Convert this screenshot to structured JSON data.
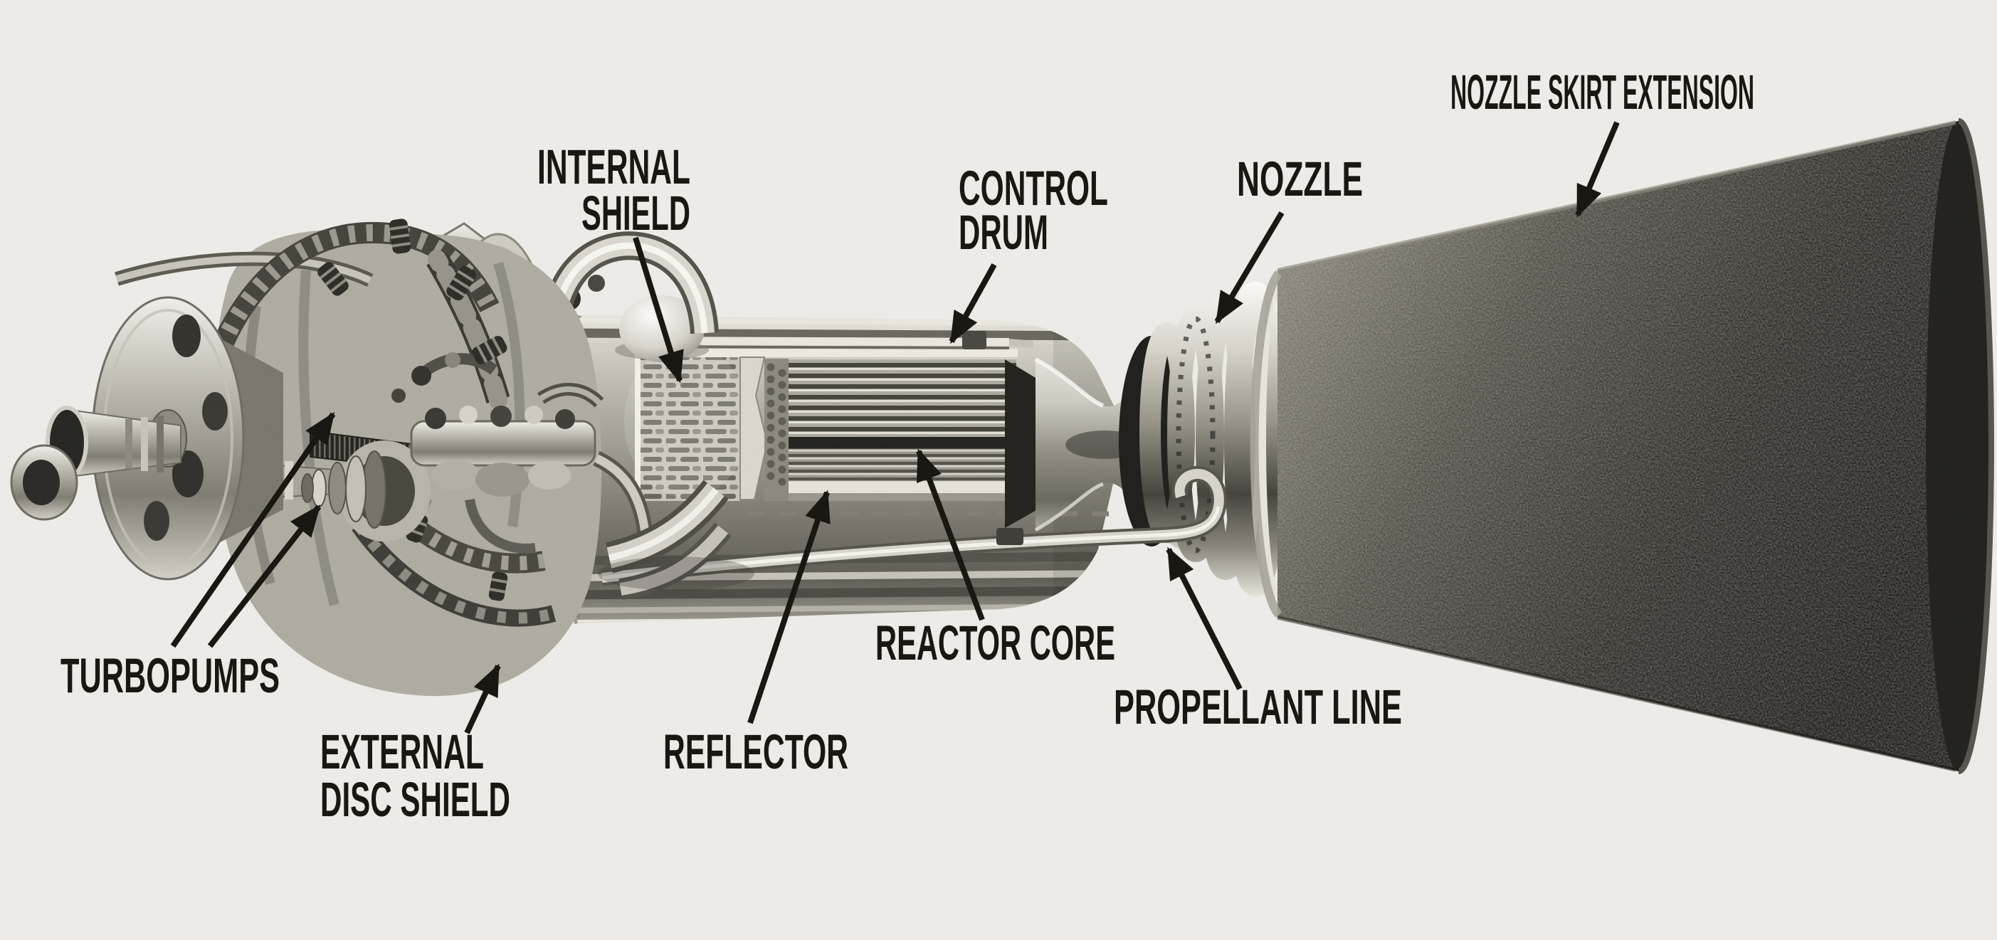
{
  "figure": {
    "kind": "labeled cutaway illustration of a nuclear rocket engine",
    "colors": {
      "paper": "#efede9",
      "ink": "#17140f"
    }
  },
  "labels": {
    "nozzle_skirt_extension": {
      "text": "NOZZLE SKIRT EXTENSION"
    },
    "internal_shield": {
      "line1": "INTERNAL",
      "line2": "SHIELD"
    },
    "control_drum": {
      "line1": "CONTROL",
      "line2": "DRUM"
    },
    "nozzle": {
      "text": "NOZZLE"
    },
    "turbopumps": {
      "text": "TURBOPUMPS"
    },
    "external_disc_shield": {
      "line1": "EXTERNAL",
      "line2": "DISC SHIELD"
    },
    "reflector": {
      "text": "REFLECTOR"
    },
    "reactor_core": {
      "text": "REACTOR CORE"
    },
    "propellant_line": {
      "text": "PROPELLANT LINE"
    }
  },
  "arrows": [
    {
      "from": "nozzle_skirt_extension",
      "points_to": "nozzle skirt extension cone"
    },
    {
      "from": "internal_shield",
      "points_to": "internal shield cross-section"
    },
    {
      "from": "control_drum",
      "points_to": "control drum band on pressure vessel"
    },
    {
      "from": "nozzle",
      "points_to": "nozzle ring section"
    },
    {
      "from": "turbopumps",
      "points_to": "upper turbopump"
    },
    {
      "from": "turbopumps",
      "points_to": "lower turbopump"
    },
    {
      "from": "external_disc_shield",
      "points_to": "external disc shield rim"
    },
    {
      "from": "reflector",
      "points_to": "reflector band"
    },
    {
      "from": "reactor_core",
      "points_to": "reactor core center"
    },
    {
      "from": "propellant_line",
      "points_to": "propellant line pipe"
    }
  ]
}
